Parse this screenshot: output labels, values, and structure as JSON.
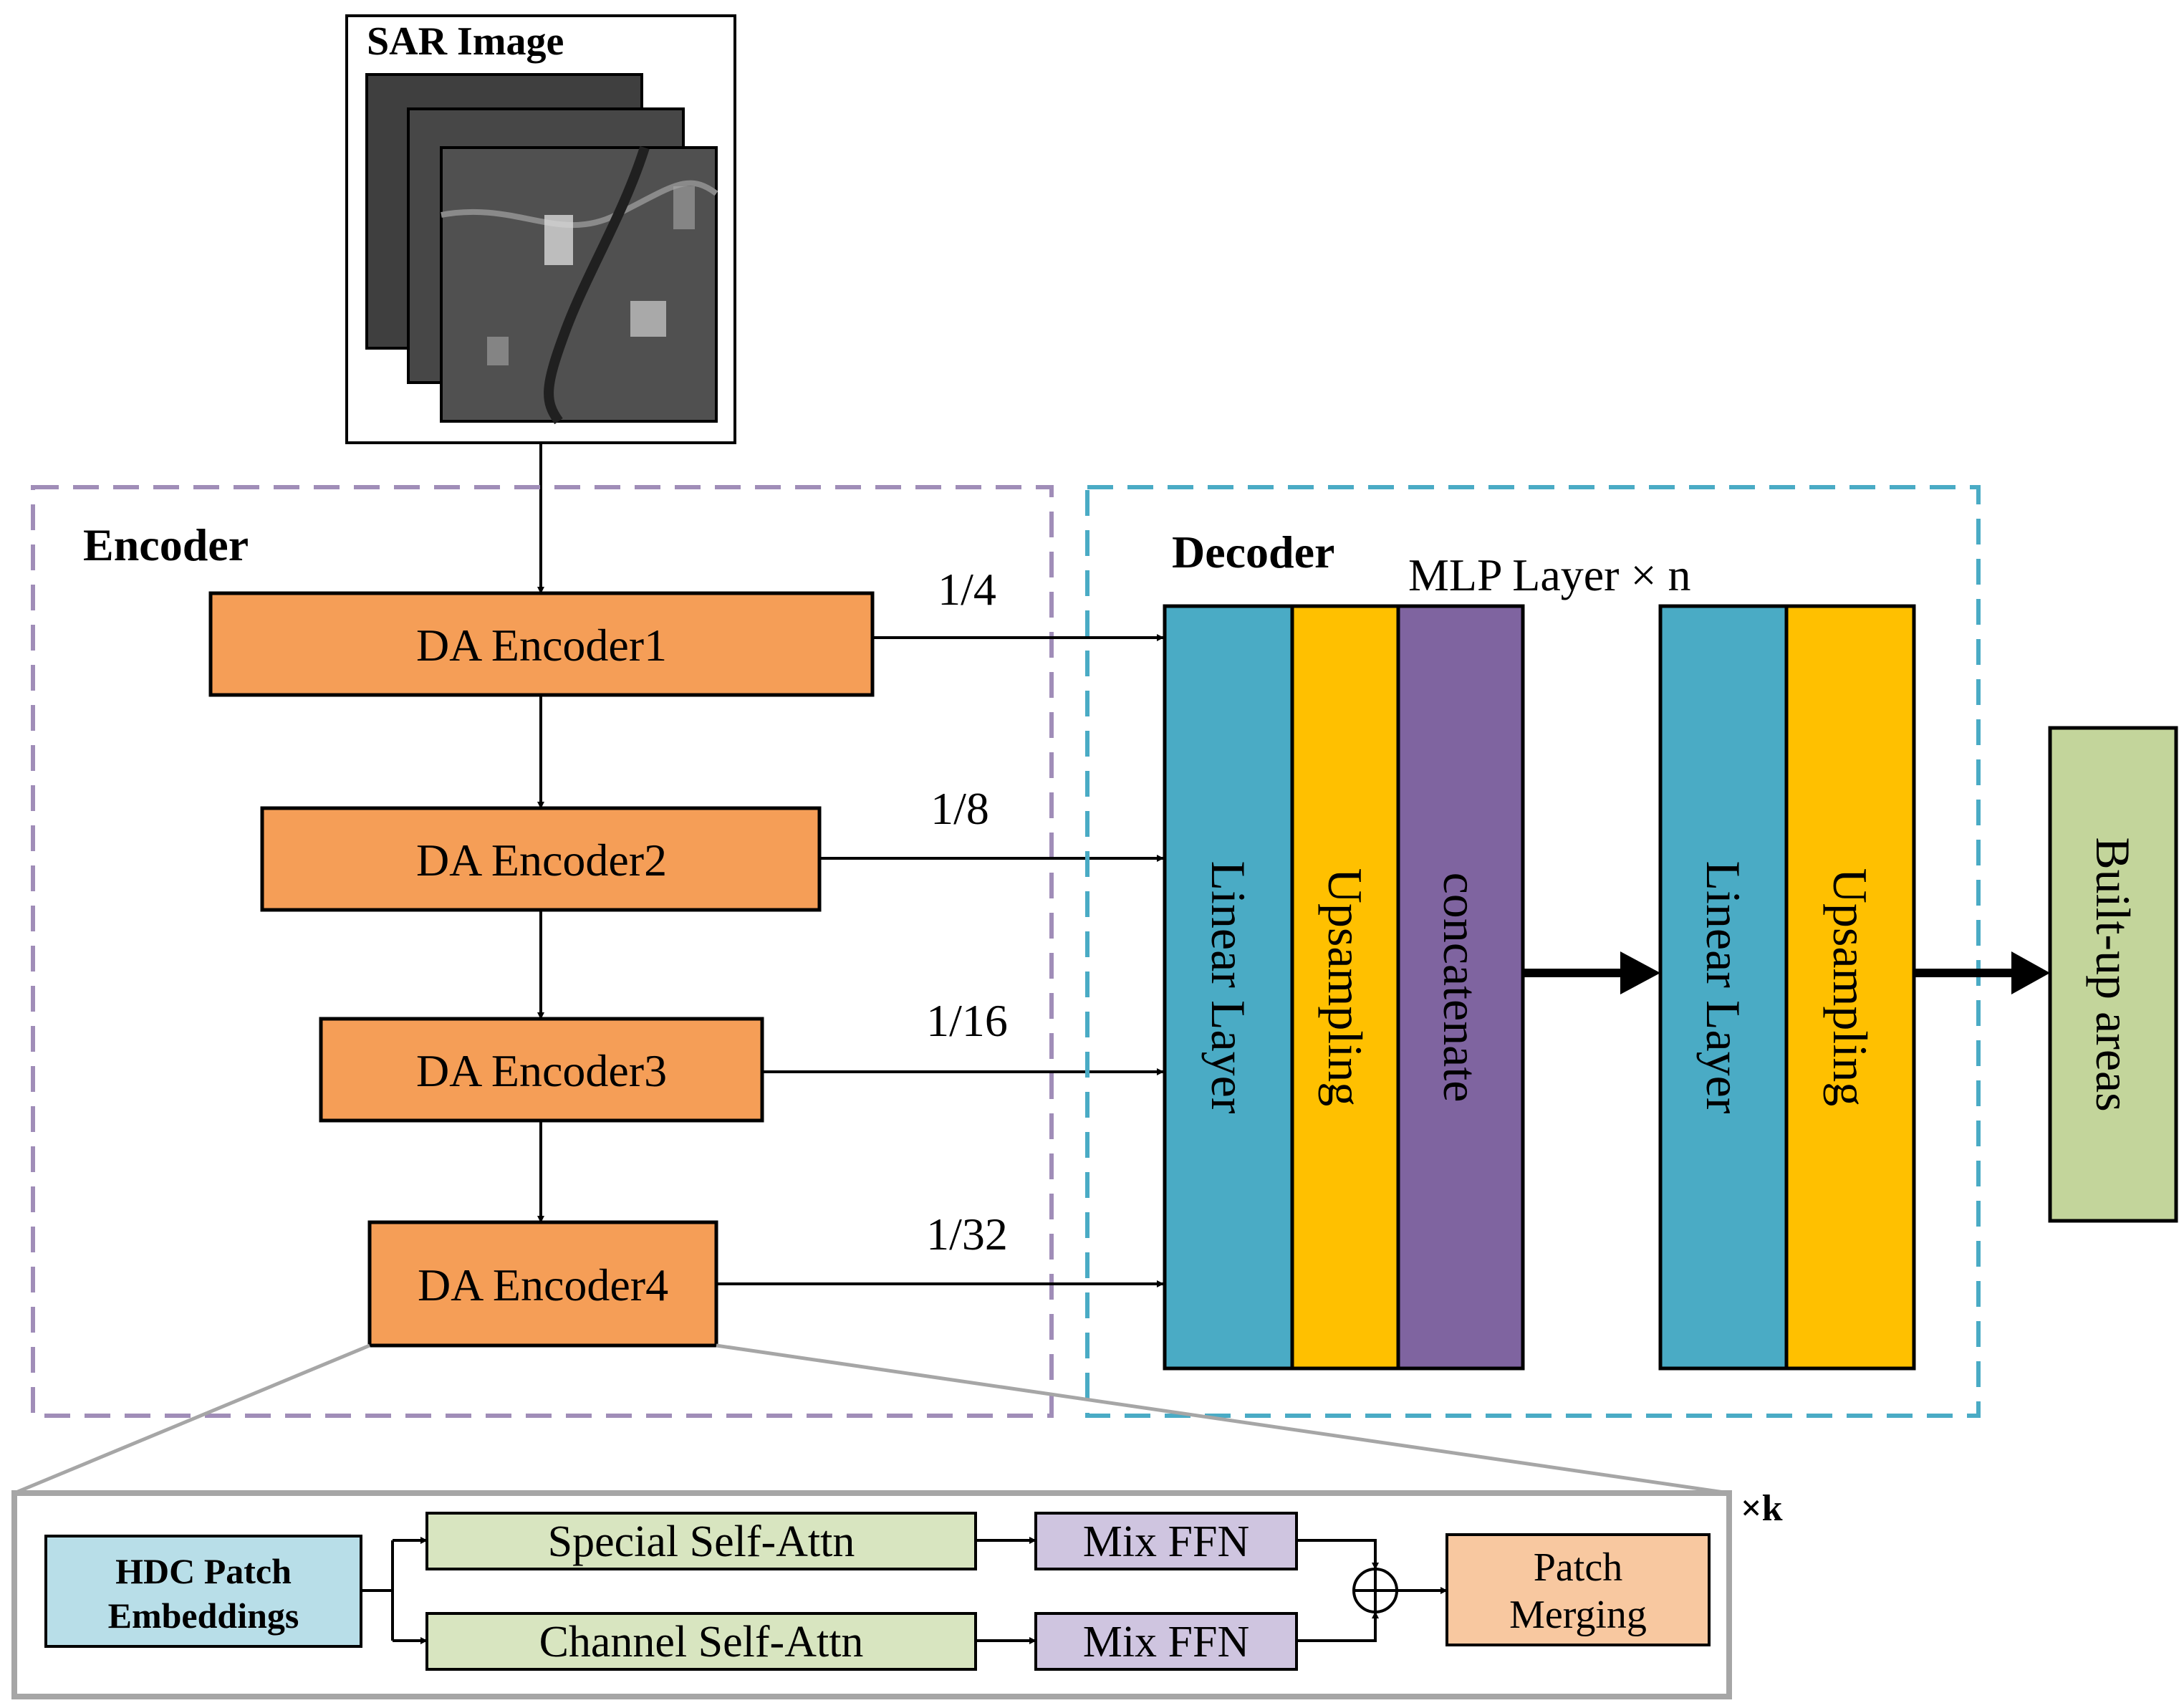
{
  "input": {
    "title": "SAR Image"
  },
  "encoder": {
    "title": "Encoder",
    "blocks": [
      "DA Encoder1",
      "DA Encoder2",
      "DA Encoder3",
      "DA Encoder4"
    ],
    "scales": [
      "1/4",
      "1/8",
      "1/16",
      "1/32"
    ]
  },
  "decoder": {
    "title": "Decoder",
    "mlp_label": "MLP Layer × n",
    "stage1": {
      "linear": "Linear Layer",
      "upsampling": "Upsampling",
      "concatenate": "concatenate"
    },
    "stage2": {
      "linear": "Linear Layer",
      "upsampling": "Upsampling"
    }
  },
  "output": {
    "label": "Built-up areas"
  },
  "detail": {
    "repeat": "×k",
    "patch_embed": [
      "HDC Patch",
      "Embeddings"
    ],
    "spatial_attn": "Special Self-Attn",
    "channel_attn": "Channel Self-Attn",
    "ffn_top": "Mix FFN",
    "ffn_bottom": "Mix FFN",
    "merge": [
      "Patch",
      "Merging"
    ]
  },
  "colors": {
    "encoder_block": "#F59E57",
    "linear_layer": "#4AABC5",
    "upsampling": "#FFC000",
    "concatenate": "#7F64A0",
    "output": "#C3D59B",
    "encoder_border": "#A08DB8",
    "decoder_border": "#4AABC5",
    "detail_border": "#A6A6A6",
    "patch_embed": "#B8DEE8",
    "attn": "#D8E5C0",
    "ffn": "#CFC5E0",
    "merge": "#F8C8A0"
  }
}
